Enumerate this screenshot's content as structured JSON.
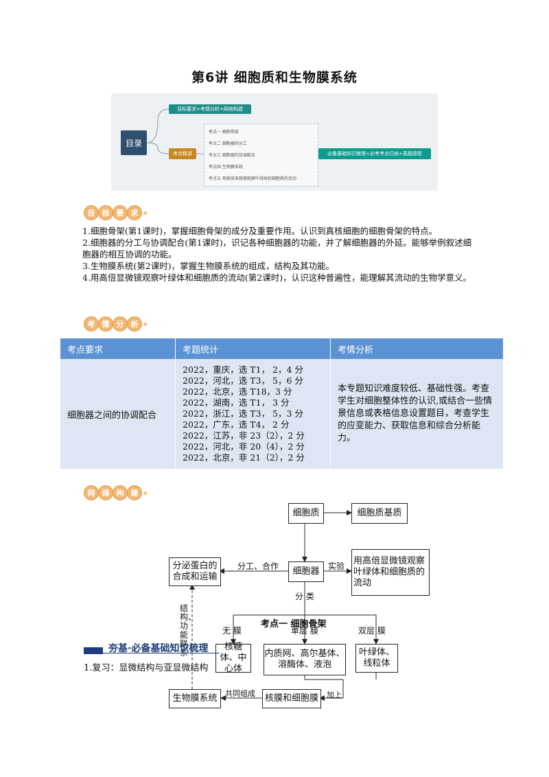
{
  "title": "第6讲  细胞质和生物膜系统",
  "mindmap": {
    "root": "目录",
    "branch1": "目标要求+考情分析+网络构建",
    "branch2": "考点精讲",
    "items": [
      "考点一 细胞骨架",
      "考点二 细胞器的分工",
      "考点三 细胞器的协调配合",
      "考点四 生物膜系统",
      "考点五 用高倍显微镜观察叶绿体和细胞质的流动"
    ],
    "summary": "必备基础知识梳理+必考考点归纳+真题感悟"
  },
  "sections": {
    "goals_badge": [
      "目",
      "标",
      "要",
      "求"
    ],
    "analysis_badge": [
      "考",
      "情",
      "分",
      "析"
    ],
    "network_badge": [
      "网",
      "络",
      "构",
      "建"
    ]
  },
  "goals": [
    "1.细胞骨架(第1课时)，掌握细胞骨架的成分及重要作用。认识到真核细胞的细胞骨架的特点。",
    "2.细胞器的分工与协调配合(第1课时)，识记各种细胞器的功能，并了解细胞器的外延。能够举例叙述细胞器的相互协调的功能。",
    "3.生物膜系统(第2课时)，掌握生物膜系统的组成，结构及其功能。",
    "4.用高倍显微镜观察叶绿体和细胞质的流动(第2课时)，认识这种普遍性，能理解其流动的生物学意义。"
  ],
  "table": {
    "headers": [
      "考点要求",
      "考题统计",
      "考情分析"
    ],
    "row": {
      "requirement": "细胞器之间的协调配合",
      "stats": "2022，重庆，选 T1， 2，4 分\n2022，河北，选 T3， 5，6 分\n2022，北京，选 T18，3 分\n2022，湖南，选 T1， 3 分\n2022，浙江，选 T3， 5，3 分\n2022，广东，选 T4， 2 分\n2022，江苏，非 23（2），2 分\n2022，河北，非 20（4），2 分\n2022，北京，非 21（2），2 分",
      "analysis": "本专题知识难度较低、基础性强。考查学生对细胞整体性的认识,或结合一些情景信息或表格信息设置题目，考查学生的应变能力、获取信息和综合分析能力。"
    }
  },
  "flow": {
    "cytoplasm": "细胞质",
    "matrix": "细胞质基质",
    "organelle": "细胞器",
    "secretion": "分泌蛋白的合成和运输",
    "observe": "用高倍显微镜观察叶绿体和细胞质的流动",
    "label_divide": "分工、合作",
    "label_experiment": "实验",
    "label_classify": "分  类",
    "label_nomem": "无  膜",
    "label_single": "单层  膜",
    "label_double": "双层  膜",
    "label_struct": "结构、功能联系",
    "no_membrane": "核糖体、中心体",
    "single_membrane": "内质网、高尔基体、溶酶体、液泡",
    "double_membrane": "叶绿体、线粒体",
    "membrane_system": "生物膜系统",
    "nuclear": "核膜和细胞膜",
    "label_compose": "共同组成",
    "label_plus": "加上"
  },
  "overlay": {
    "topic": "考点一    细胞骨架",
    "banner": "夯基·必备基础知识梳理",
    "review": "1.复习：显微结构与亚显微结构"
  }
}
